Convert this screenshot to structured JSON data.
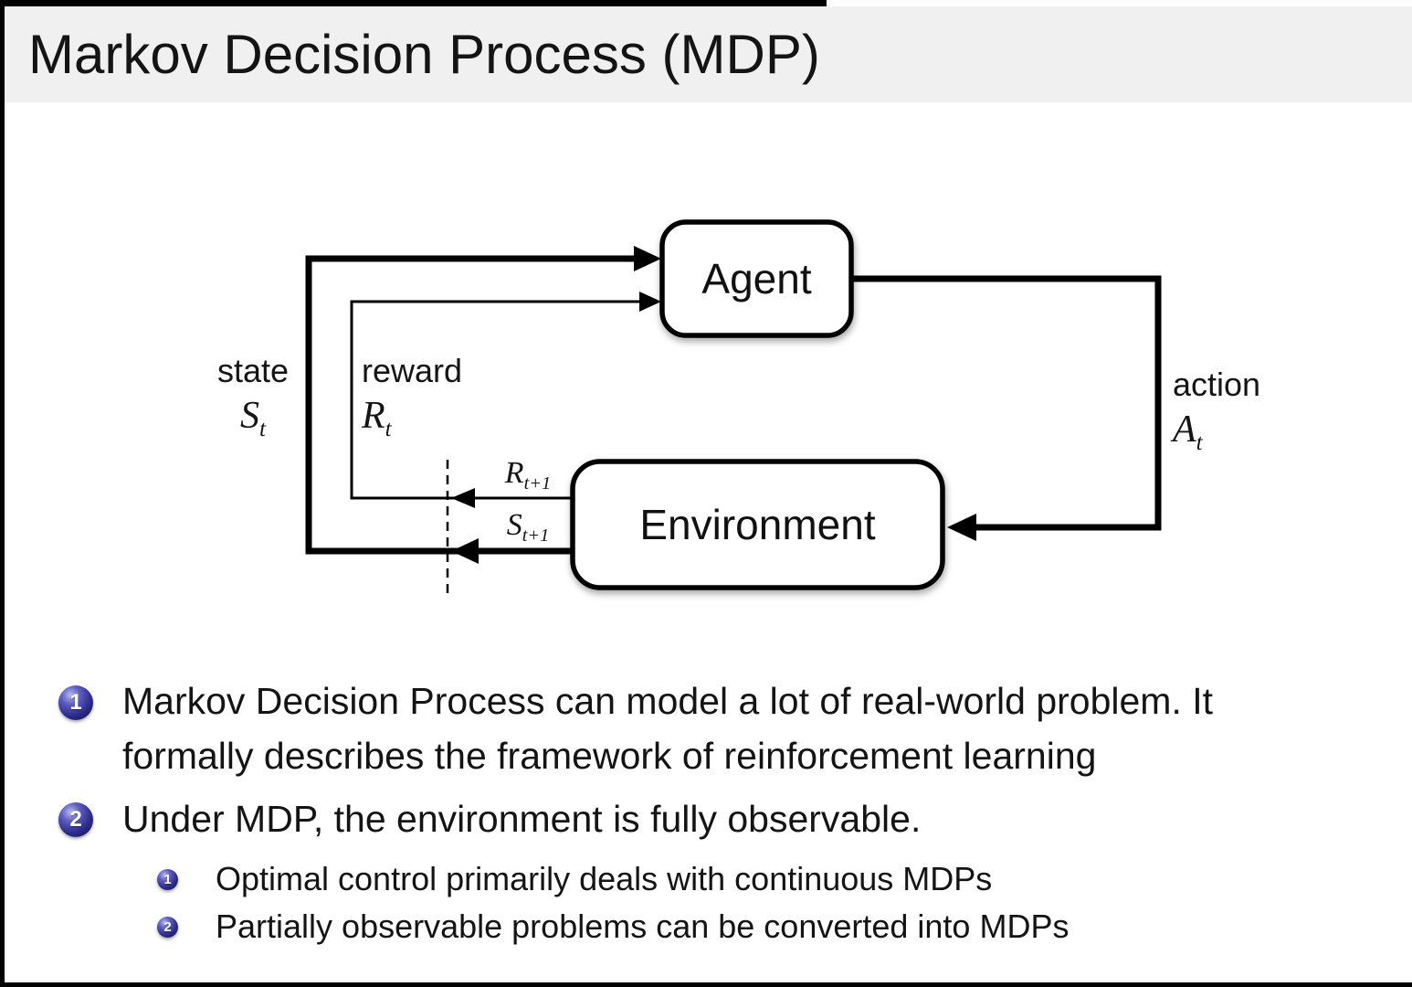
{
  "title": "Markov Decision Process (MDP)",
  "colors": {
    "title_bar": "#f0f0f0",
    "ball": "#2b2b8a",
    "line": "#000000"
  },
  "diagram": {
    "agent_label": "Agent",
    "environment_label": "Environment",
    "state": {
      "word": "state",
      "symbol": "S",
      "subscript": "t"
    },
    "reward": {
      "word": "reward",
      "symbol": "R",
      "subscript": "t"
    },
    "action": {
      "word": "action",
      "symbol": "A",
      "subscript": "t"
    },
    "reward_next": {
      "symbol": "R",
      "subscript": "t+1"
    },
    "state_next": {
      "symbol": "S",
      "subscript": "t+1"
    }
  },
  "bullets": [
    {
      "number": "1",
      "lines": [
        "Markov Decision Process can model a lot of real-world problem. It",
        "formally describes the framework of reinforcement learning"
      ]
    },
    {
      "number": "2",
      "text": "Under MDP, the environment is fully observable.",
      "sub": [
        {
          "number": "1",
          "text": "Optimal control primarily deals with continuous MDPs"
        },
        {
          "number": "2",
          "text": "Partially observable problems can be converted into MDPs"
        }
      ]
    }
  ]
}
